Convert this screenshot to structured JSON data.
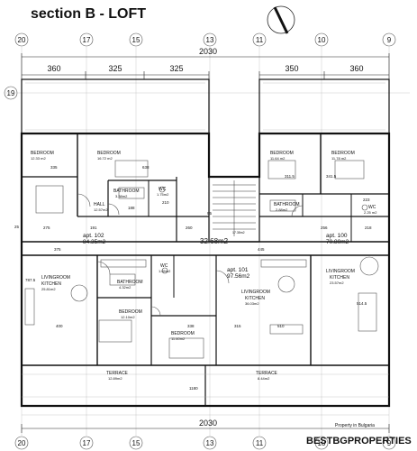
{
  "title": "section B - LOFT",
  "grid_axes": [
    "20",
    "17",
    "15",
    "13",
    "11",
    "10",
    "9"
  ],
  "side_axis": "19",
  "overall_width_top": "2030",
  "overall_width_bottom": "2030",
  "top_dims": [
    "360",
    "325",
    "325",
    "350",
    "360"
  ],
  "apartments": [
    {
      "name": "apt. 102",
      "area": "84.35m2"
    },
    {
      "name": "apt. 101",
      "area": "97.56m2"
    },
    {
      "name": "apt. 100",
      "area": "70.80m2"
    }
  ],
  "corridor_area": "32.68m2",
  "rooms": {
    "bedroom": "BEDROOM",
    "bathroom": "BATHROOM",
    "wc": "WC",
    "hall": "HALL",
    "living_kitchen": "LIVINGROOM\nKITCHEN",
    "terrace": "TERRACE"
  },
  "room_areas": {
    "bed_left_1": "12.33 m2",
    "bed_left_2": "16.72 m2",
    "bath_left_upper": "3.38m2",
    "wc_left_upper": "1.75m2",
    "hall_left": "12.57m2",
    "living_left": "25.81m2",
    "bath_left_lower": "4.32m2",
    "wc_left_lower": "1.65m2",
    "bed_left_3": "12.10m2",
    "bed_mid": "11.60m2",
    "living_mid": "36.03m2",
    "bed_right_1": "11.64 m2",
    "bed_right_2": "11.78 m2",
    "bath_right": "2.88m2",
    "wc_right": "2.25 m2",
    "living_right": "23.57m2",
    "terrace_left": "12.89m2",
    "terrace_right": "8.44m2",
    "corridor_small": "17.38m2"
  },
  "dims": [
    "335",
    "638",
    "188",
    "275",
    "191",
    "260",
    "445",
    "375",
    "400",
    "338",
    "315",
    "510",
    "1180",
    "514.5",
    "787.5",
    "311.5",
    "341.5",
    "223",
    "218",
    "25",
    "95",
    "210",
    "256"
  ],
  "watermark": {
    "line1": "BESTBGPROPERTIES",
    "line2": "Property in Bulgaria"
  },
  "colors": {
    "line": "#1a1a1a",
    "light": "#8a8a8a",
    "paper": "#ffffff"
  }
}
